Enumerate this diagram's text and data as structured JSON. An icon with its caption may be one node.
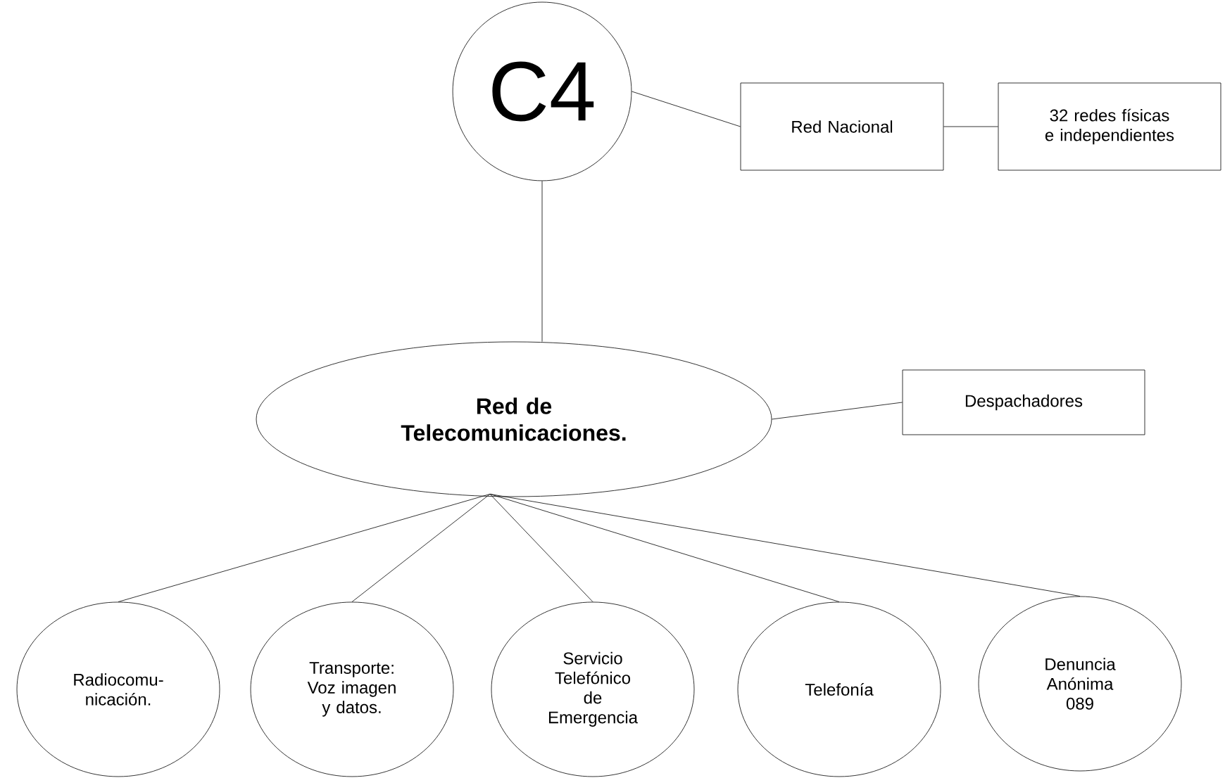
{
  "diagram": {
    "nodes": [
      {
        "text": [
          "C4"
        ]
      },
      {
        "text": [
          "Red Nacional"
        ]
      },
      {
        "text": [
          "32 redes físicas e independientes"
        ]
      },
      {
        "text": [
          "Red de Telecomunicaciones."
        ]
      },
      {
        "text": [
          "Despachadores"
        ]
      },
      {
        "text": [
          "Radiocomu-nicación."
        ]
      },
      {
        "text": [
          "Transporte: Voz imagen y datos."
        ]
      },
      {
        "text": [
          "Servicio Telefónico de Emergencia"
        ]
      },
      {
        "text": [
          "Telefonía"
        ]
      },
      {
        "text": [
          "Denuncia Anónima 089"
        ]
      }
    ],
    "edges": [
      {
        "from": 0,
        "to": 1,
        "arrow": "none"
      },
      {
        "from": 1,
        "to": 2,
        "arrow": "none"
      },
      {
        "from": 0,
        "to": 3,
        "arrow": "none"
      },
      {
        "from": 3,
        "to": 4,
        "arrow": "none"
      },
      {
        "from": 3,
        "to": 5,
        "arrow": "none"
      },
      {
        "from": 3,
        "to": 6,
        "arrow": "none"
      },
      {
        "from": 3,
        "to": 7,
        "arrow": "none"
      },
      {
        "from": 3,
        "to": 8,
        "arrow": "none"
      },
      {
        "from": 3,
        "to": 9,
        "arrow": "none"
      }
    ]
  }
}
